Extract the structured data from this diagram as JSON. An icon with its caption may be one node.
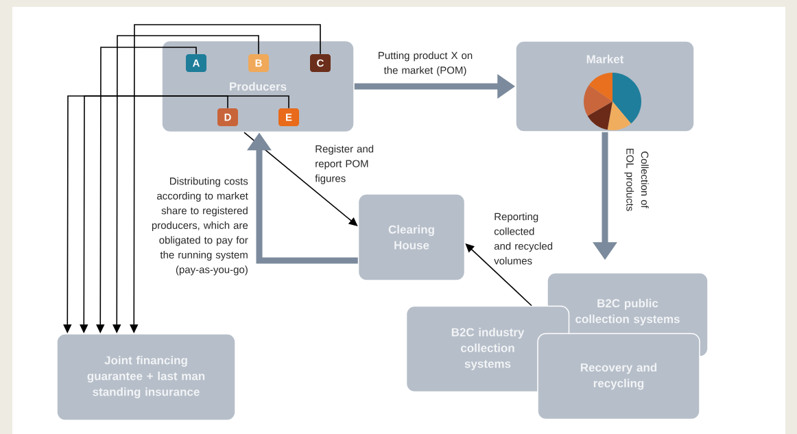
{
  "diagram": {
    "nodes": [
      {
        "text": [
          "Producers"
        ]
      },
      {
        "text": [
          "A"
        ],
        "in": 0
      },
      {
        "text": [
          "B"
        ],
        "in": 0
      },
      {
        "text": [
          "C"
        ],
        "in": 0
      },
      {
        "text": [
          "D"
        ],
        "in": 0
      },
      {
        "text": [
          "E"
        ],
        "in": 0
      },
      {
        "text": [
          "Market"
        ]
      },
      {
        "text": [
          "Clearing House"
        ]
      },
      {
        "text": [
          "B2C public collection systems"
        ]
      },
      {
        "text": [
          "B2C industry collection systems"
        ]
      },
      {
        "text": [
          "Recovery and recycling"
        ]
      },
      {
        "text": [
          "Joint financing guarantee + last man standing insurance"
        ]
      }
    ],
    "edges": [
      {
        "from": 0,
        "to": 6,
        "arrow": "to",
        "label": "Putting product X on the market (POM)",
        "style": "thick",
        "color": "#7b8a9c"
      },
      {
        "from": 6,
        "to": 8,
        "arrow": "to",
        "label": "Collection of EOL products",
        "style": "thick",
        "color": "#7b8a9c"
      },
      {
        "from": 0,
        "to": 7,
        "arrow": "to",
        "label": "Register and report POM figures"
      },
      {
        "from": 9,
        "to": 7,
        "arrow": "to",
        "label": "Reporting collected and recycled volumes"
      },
      {
        "from": 7,
        "to": 0,
        "arrow": "to",
        "label": "Distributing costs according to market share to registered producers, which are obligated to pay for the running system (pay-as-you-go)",
        "style": "thick",
        "color": "#7b8a9c"
      },
      {
        "from": 1,
        "to": 11,
        "arrow": "to"
      },
      {
        "from": 2,
        "to": 11,
        "arrow": "to"
      },
      {
        "from": 3,
        "to": 11,
        "arrow": "to"
      },
      {
        "from": 4,
        "to": 11,
        "arrow": "to"
      },
      {
        "from": 5,
        "to": 11,
        "arrow": "to"
      }
    ]
  }
}
